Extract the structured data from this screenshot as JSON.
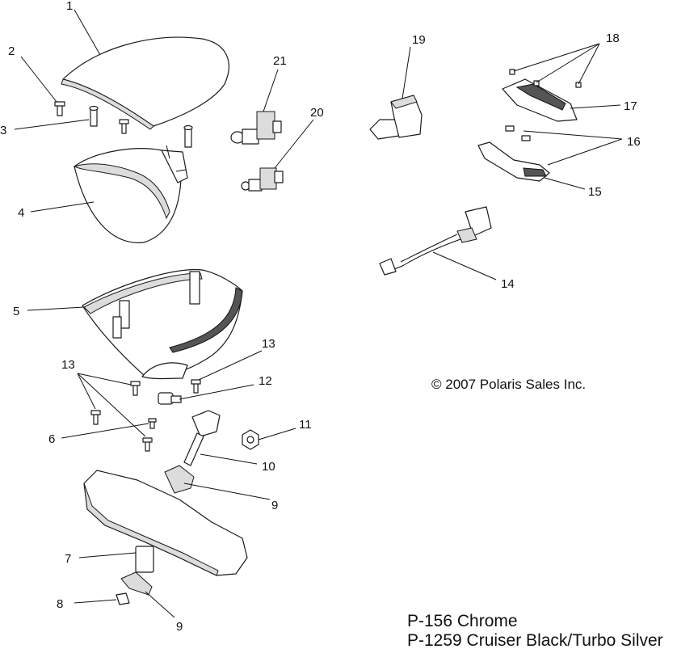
{
  "callouts": {
    "c1": "1",
    "c2": "2",
    "c3": "3",
    "c4": "4",
    "c5": "5",
    "c6": "6",
    "c7": "7",
    "c8": "8",
    "c9a": "9",
    "c9b": "9",
    "c10": "10",
    "c11": "11",
    "c12": "12",
    "c13a": "13",
    "c13b": "13",
    "c14": "14",
    "c15": "15",
    "c16": "16",
    "c17": "17",
    "c18": "18",
    "c19": "19",
    "c20": "20",
    "c21": "21"
  },
  "copyright": "© 2007 Polaris Sales Inc.",
  "part_notes": [
    "P-156  Chrome",
    "P-1259 Cruiser Black/Turbo Silver"
  ]
}
